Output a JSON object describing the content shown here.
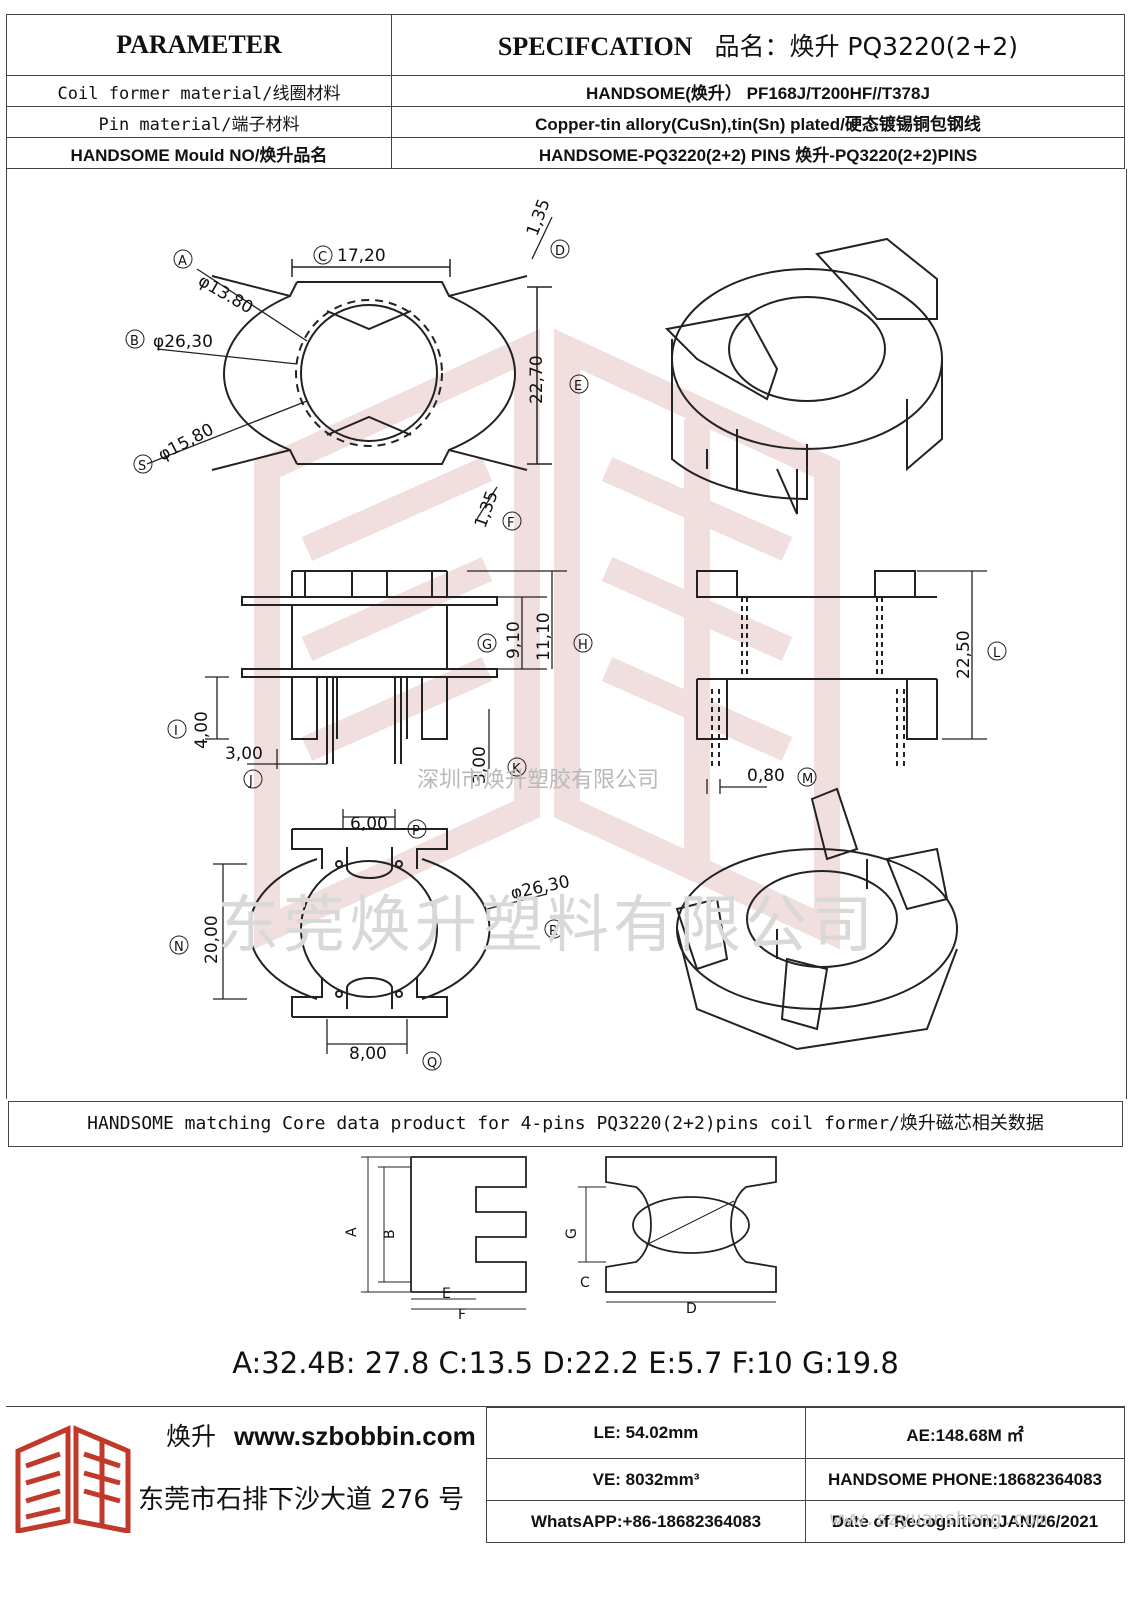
{
  "header": {
    "parameter": "PARAMETER",
    "specification": "SPECIFCATION",
    "product_name": "品名：焕升 PQ3220(2+2)",
    "rows": [
      {
        "label": "Coil former material/线圈材料",
        "value": "HANDSOME(焕升）  PF168J/T200HF//T378J"
      },
      {
        "label": "Pin material/端子材料",
        "value": "Copper-tin allory(CuSn),tin(Sn) plated/硬态镀锡铜包钢线"
      },
      {
        "label": "HANDSOME Mould NO/焕升品名",
        "value": "HANDSOME-PQ3220(2+2) PINS    焕升-PQ3220(2+2)PINS"
      }
    ]
  },
  "dims": {
    "A": "A",
    "B": "B",
    "C": "C",
    "D": "D",
    "E": "E",
    "F": "F",
    "G": "G",
    "H": "H",
    "I": "I",
    "J": "J",
    "K": "K",
    "L": "L",
    "M": "M",
    "N": "N",
    "P": "P",
    "Q": "Q",
    "R": "R",
    "S": "S",
    "a_val": "φ13.80",
    "b_val": "φ26,30",
    "c_val": "17,20",
    "d_val": "1,35",
    "e_val": "22,70",
    "f_val": "1,35",
    "s_val": "φ15,80",
    "g_val": "9,10",
    "h_val": "11,10",
    "i_val": "4,00",
    "j_val": "3,00",
    "k_val": "3,00",
    "l_val": "22,50",
    "m_val": "0,80",
    "n_val": "20,00",
    "p_val": "6,00",
    "q_val": "8,00",
    "r_val": "φ26,30"
  },
  "watermarks": {
    "company_small": "深圳市焕升塑胶有限公司",
    "company_large": "东莞焕升塑料有限公司",
    "url": "www.szyuansheng.com"
  },
  "core_section": {
    "title": "HANDSOME matching Core data  product for 4-pins PQ3220(2+2)pins coil former/焕升磁芯相关数据",
    "labels": {
      "A": "A",
      "B": "B",
      "C": "C",
      "D": "D",
      "E": "E",
      "F": "F",
      "G": "G"
    },
    "data": "A:32.4B: 27.8 C:13.5 D:22.2 E:5.7 F:10 G:19.8"
  },
  "footer": {
    "brand_cn": "焕升",
    "website": "www.szbobbin.com",
    "address": "东莞市石排下沙大道 276 号",
    "le": "LE: 54.02mm",
    "ae": "AE:148.68M ㎡",
    "ve": "VE: 8032mm³",
    "phone": "HANDSOME PHONE:18682364083",
    "whatsapp": "WhatsAPP:+86-18682364083",
    "date": "Date of Recognition:JAN/26/2021"
  },
  "colors": {
    "line": "#222222",
    "logo_red": "#c0392b",
    "watermark_red": "#f1dede"
  }
}
